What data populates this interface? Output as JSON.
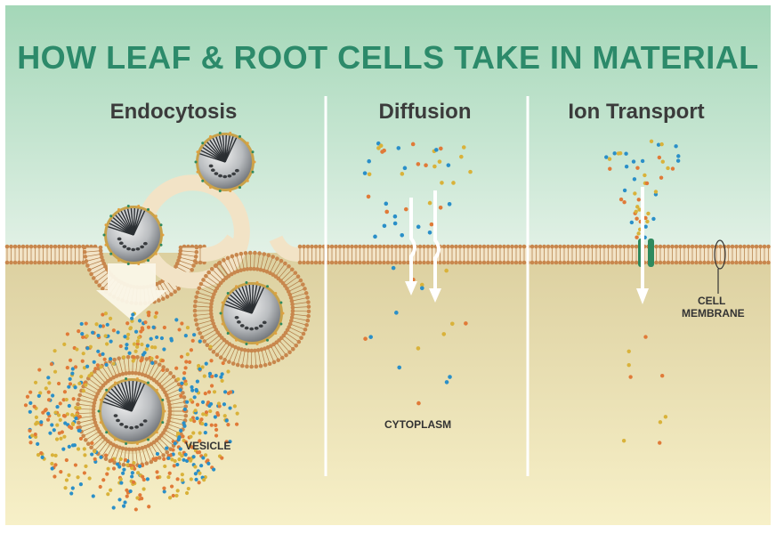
{
  "title": "HOW LEAF & ROOT CELLS TAKE IN MATERIAL",
  "panels": [
    {
      "title": "Endocytosis"
    },
    {
      "title": "Diffusion"
    },
    {
      "title": "Ion Transport"
    }
  ],
  "labels": {
    "vesicle": "VESICLE",
    "cytoplasm": "CYTOPLASM",
    "cell_membrane_line1": "CELL",
    "cell_membrane_line2": "MEMBRANE"
  },
  "colors": {
    "title": "#2c8a6a",
    "membrane": "#c8874d",
    "sky_top": "#9fd4b6",
    "cytoplasm": "#ddd2a4",
    "channel": "#2f8a5e",
    "particle_orange": "#e07a38",
    "particle_yellow": "#d9b23a",
    "particle_blue": "#2a8fc8"
  }
}
